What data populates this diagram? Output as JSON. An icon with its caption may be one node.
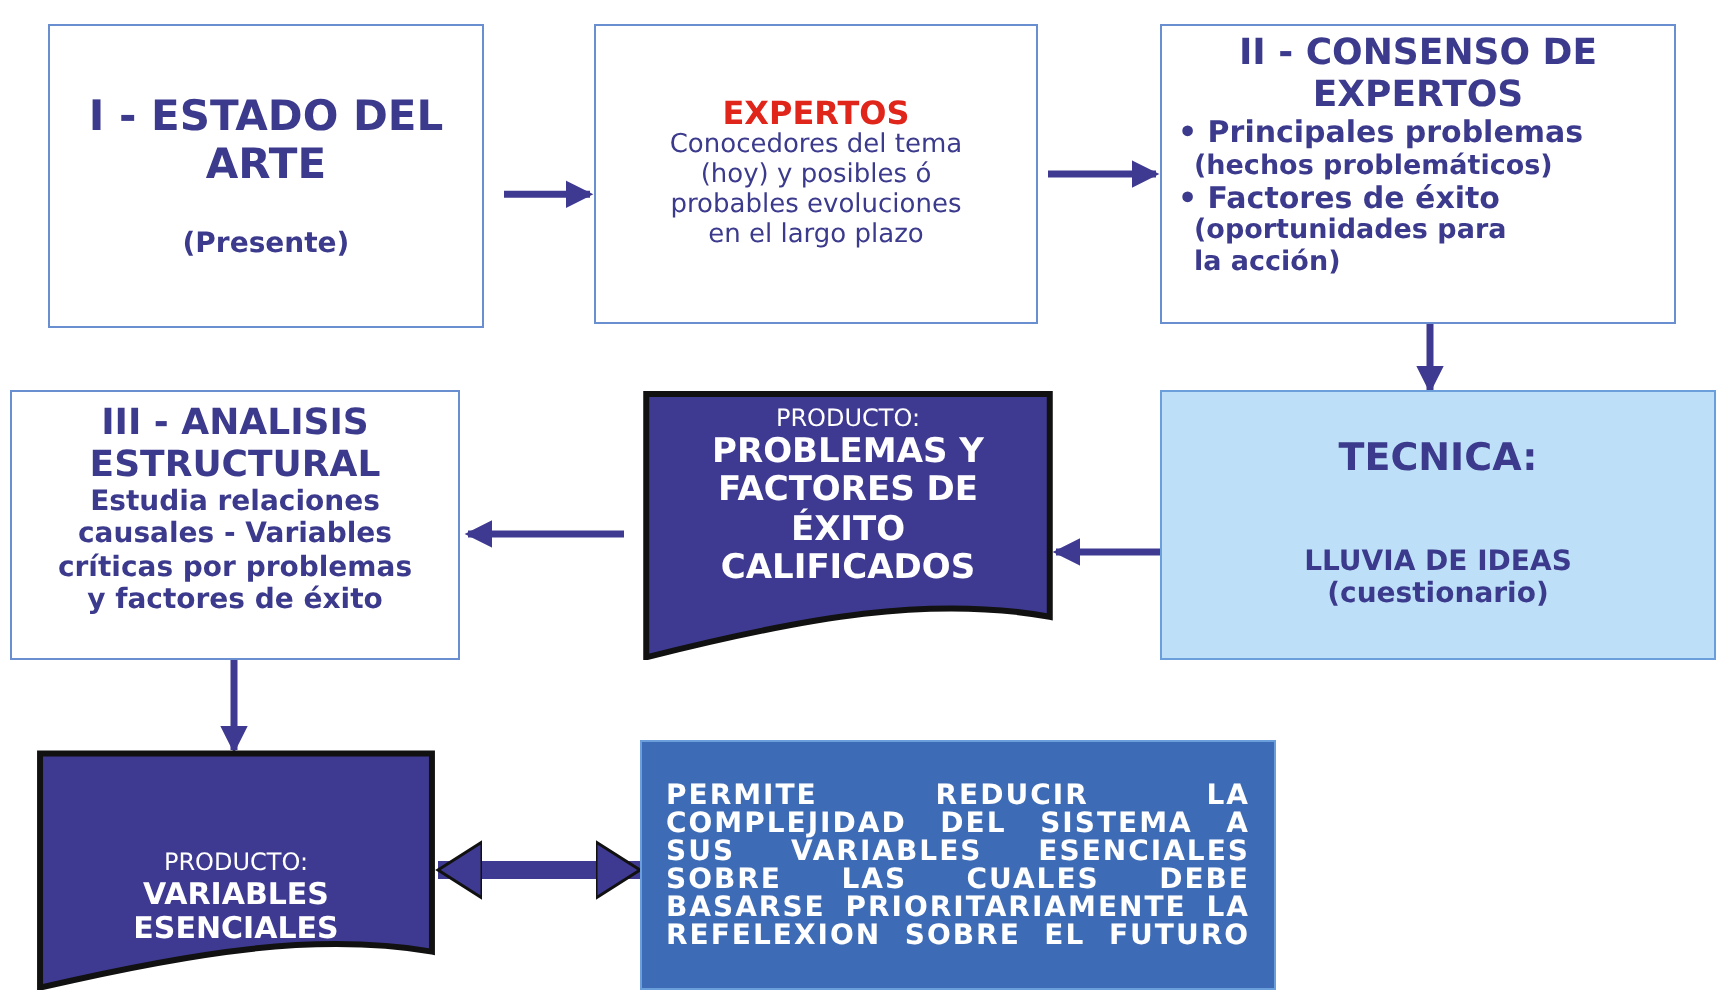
{
  "diagram": {
    "nodes": [
      {
        "text": [
          "I - ESTADO DEL ARTE",
          "(Presente)"
        ]
      },
      {
        "text": [
          "EXPERTOS",
          "Conocedores del tema (hoy) y posibles ó probables evoluciones en el largo plazo"
        ]
      },
      {
        "text": [
          "II - CONSENSO DE EXPERTOS",
          "• Principales problemas",
          "(hechos problemáticos)",
          "• Factores de éxito",
          "(oportunidades para la acción)"
        ]
      },
      {
        "text": [
          "TECNICA:",
          "LLUVIA DE IDEAS (cuestionario)"
        ]
      },
      {
        "text": [
          "PRODUCTO:",
          "PROBLEMAS Y FACTORES DE ÉXITO CALIFICADOS"
        ]
      },
      {
        "text": [
          "III - ANALISIS ESTRUCTURAL",
          "Estudia relaciones causales - Variables críticas por problemas y factores de éxito"
        ]
      },
      {
        "text": [
          "PRODUCTO:",
          "VARIABLES ESENCIALES"
        ]
      },
      {
        "text": [
          "PERMITE REDUCIR LA COMPLEJIDAD DEL SISTEMA A SUS VARIABLES ESENCIALES SOBRE LAS CUALES DEBE BASARSE PRIORITARIAMENTE LA REFELEXION SOBRE EL FUTURO"
        ]
      }
    ],
    "edges": [
      {
        "from": 0,
        "to": 1,
        "arrow": "to"
      },
      {
        "from": 1,
        "to": 2,
        "arrow": "to"
      },
      {
        "from": 2,
        "to": 3,
        "arrow": "to"
      },
      {
        "from": 3,
        "to": 4,
        "arrow": "to"
      },
      {
        "from": 4,
        "to": 5,
        "arrow": "to"
      },
      {
        "from": 5,
        "to": 6,
        "arrow": "to"
      },
      {
        "from": 6,
        "to": 7,
        "arrow": "both",
        "style": "thick"
      }
    ]
  }
}
